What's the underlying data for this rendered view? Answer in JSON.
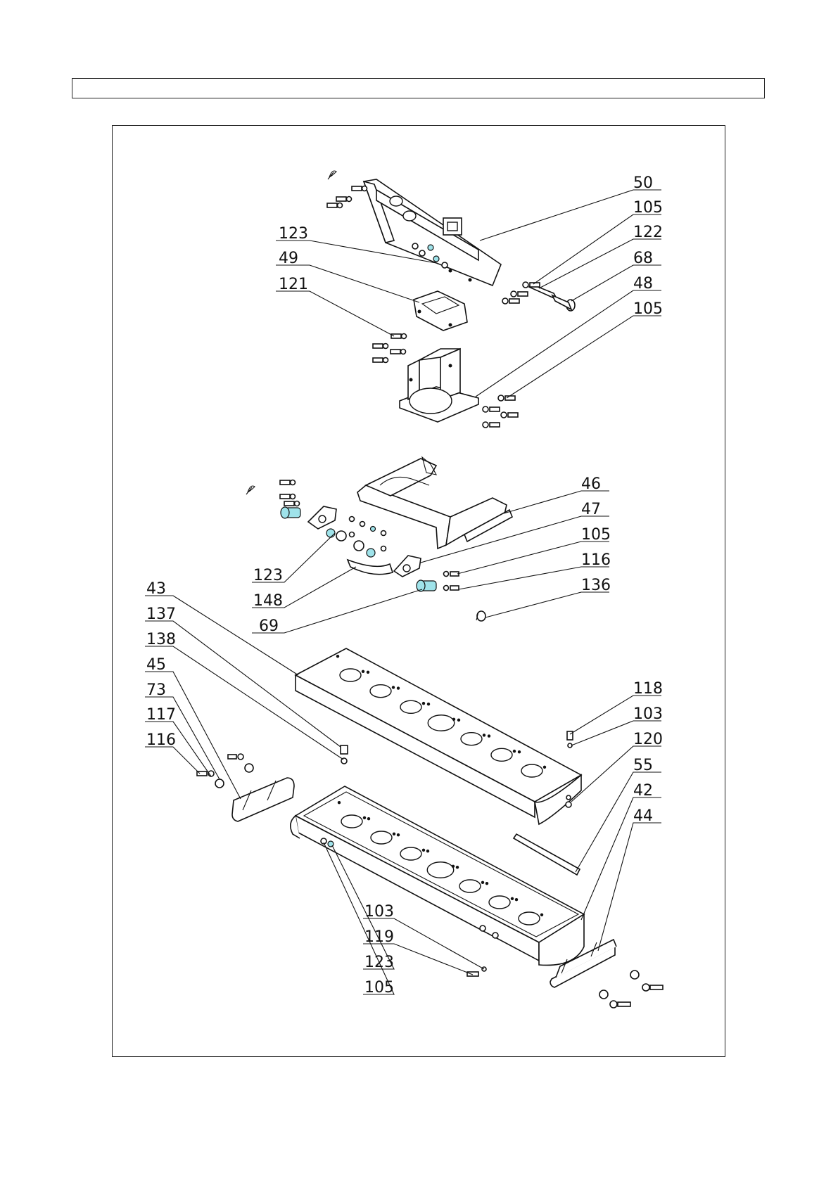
{
  "title_box": {
    "text": ""
  },
  "colors": {
    "line": "#111111",
    "highlight": "#9fe3ea",
    "background": "#ffffff"
  },
  "callouts": [
    {
      "id": "c50",
      "text": "50"
    },
    {
      "id": "c105a",
      "text": "105"
    },
    {
      "id": "c122",
      "text": "122"
    },
    {
      "id": "c68",
      "text": "68"
    },
    {
      "id": "c48",
      "text": "48"
    },
    {
      "id": "c105b",
      "text": "105"
    },
    {
      "id": "c123a",
      "text": "123"
    },
    {
      "id": "c49",
      "text": "49"
    },
    {
      "id": "c121",
      "text": "121"
    },
    {
      "id": "c46",
      "text": "46"
    },
    {
      "id": "c47",
      "text": "47"
    },
    {
      "id": "c105c",
      "text": "105"
    },
    {
      "id": "c116a",
      "text": "116"
    },
    {
      "id": "c136",
      "text": "136"
    },
    {
      "id": "c123b",
      "text": "123"
    },
    {
      "id": "c148",
      "text": "148"
    },
    {
      "id": "c69",
      "text": "69"
    },
    {
      "id": "c43",
      "text": "43"
    },
    {
      "id": "c137",
      "text": "137"
    },
    {
      "id": "c138",
      "text": "138"
    },
    {
      "id": "c45",
      "text": "45"
    },
    {
      "id": "c73",
      "text": "73"
    },
    {
      "id": "c117",
      "text": "117"
    },
    {
      "id": "c116b",
      "text": "116"
    },
    {
      "id": "c118",
      "text": "118"
    },
    {
      "id": "c103a",
      "text": "103"
    },
    {
      "id": "c120",
      "text": "120"
    },
    {
      "id": "c55",
      "text": "55"
    },
    {
      "id": "c42",
      "text": "42"
    },
    {
      "id": "c44",
      "text": "44"
    },
    {
      "id": "c103b",
      "text": "103"
    },
    {
      "id": "c119",
      "text": "119"
    },
    {
      "id": "c123c",
      "text": "123"
    },
    {
      "id": "c105d",
      "text": "105"
    }
  ]
}
